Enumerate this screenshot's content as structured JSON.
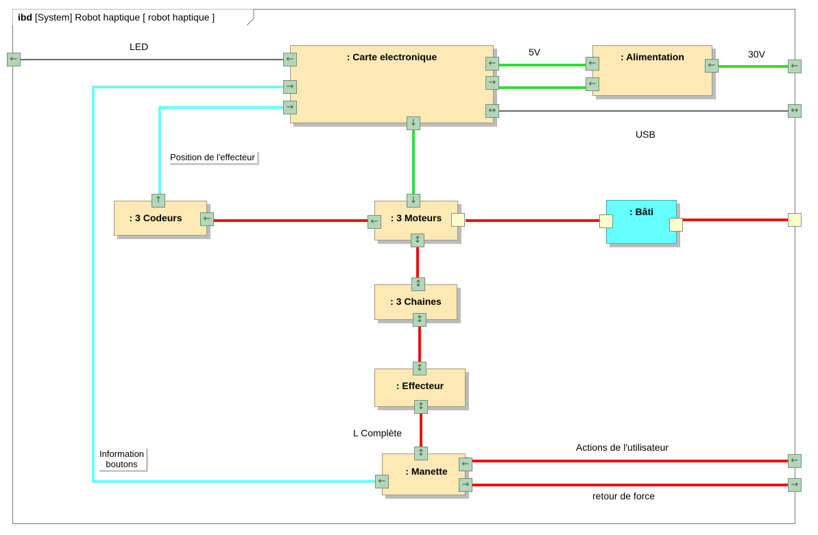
{
  "frame": {
    "keyword": "ibd",
    "title": "[System] Robot  haptique [ robot haptique ]"
  },
  "blocks": {
    "carte": ": Carte electronique",
    "alimentation": ": Alimentation",
    "codeurs": ": 3 Codeurs",
    "moteurs": ": 3 Moteurs",
    "bati": ": Bâti",
    "chaines": ": 3 Chaines",
    "effecteur": ": Effecteur",
    "manette": ": Manette"
  },
  "labels": {
    "led": "LED",
    "v5": "5V",
    "v30": "30V",
    "usb": "USB",
    "position": "Position de l'effecteur",
    "info_line1": "Information",
    "info_line2": "boutons",
    "l_complete": "L Complète",
    "actions": "Actions de l'utilisateur",
    "retour": "retour de force"
  },
  "colors": {
    "power": "#33dd33",
    "mechanical": "#ee1111",
    "signal": "#66ffff",
    "data": "#333333"
  }
}
